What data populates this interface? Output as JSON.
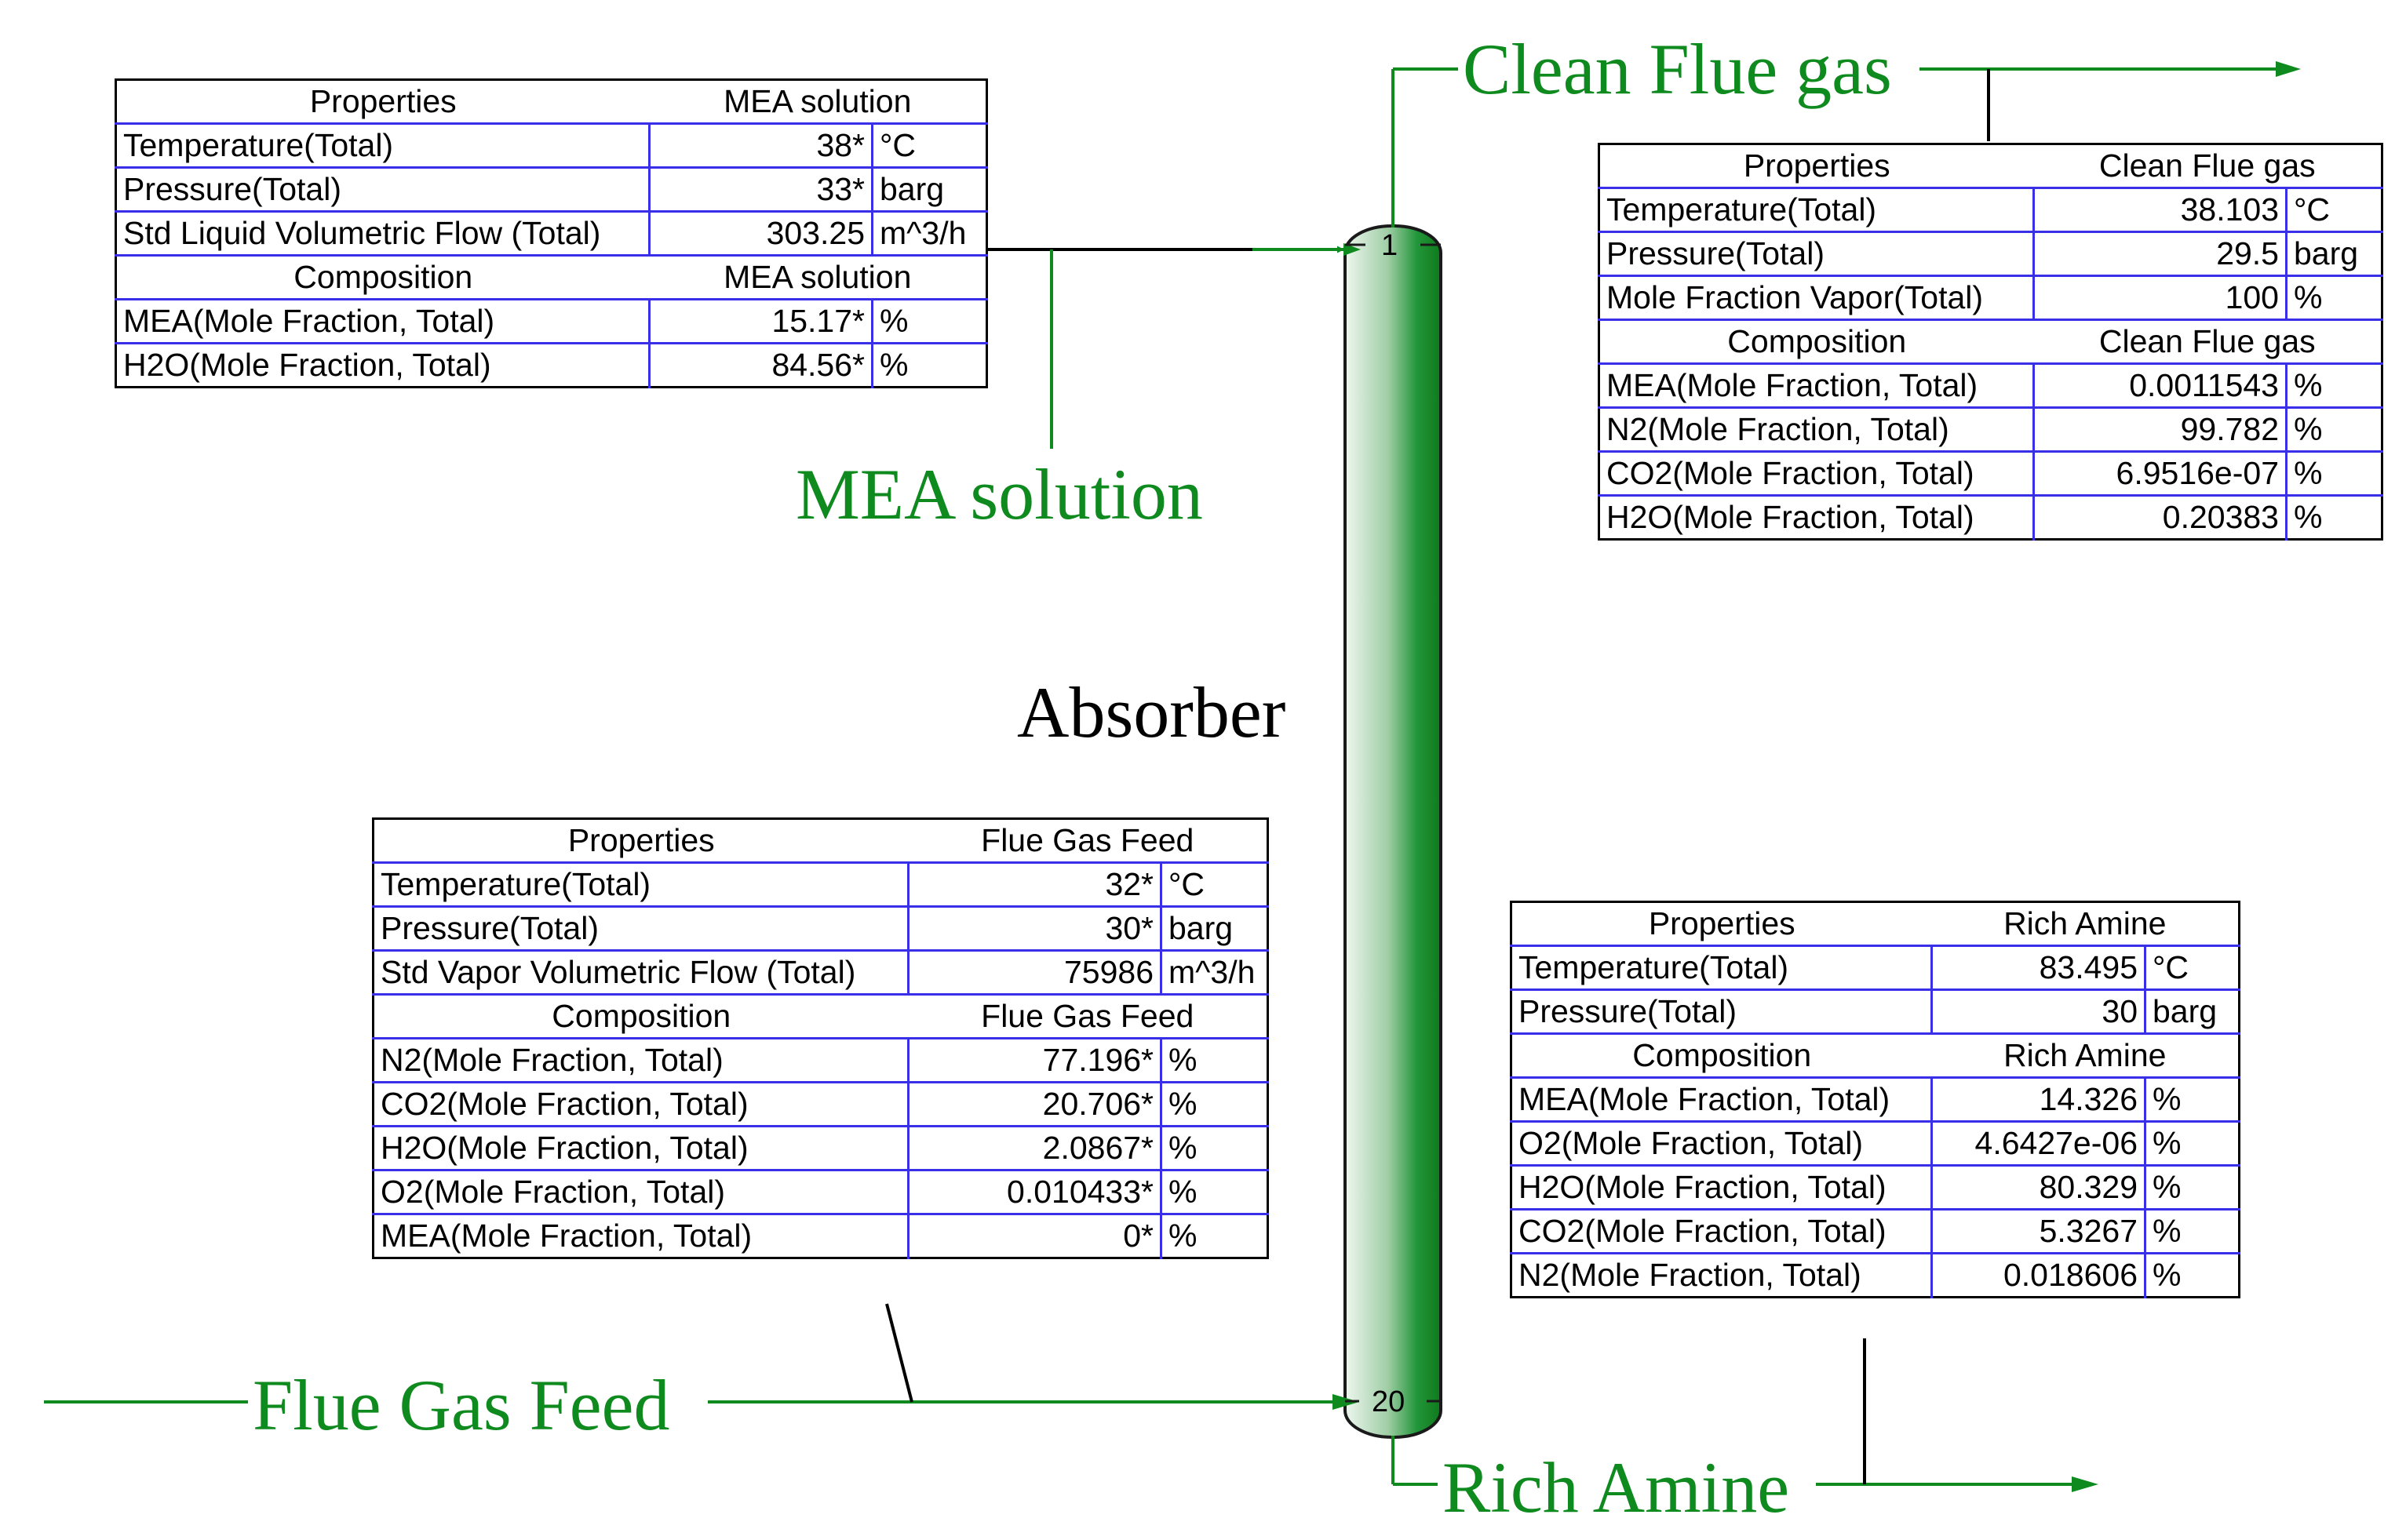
{
  "colors": {
    "stream": "#0e8a1e",
    "grid": "#3a2fe8",
    "column_dark": "#0e7a1c",
    "column_light": "#eef7ef"
  },
  "column": {
    "name": "Absorber",
    "top_stage": "1",
    "bottom_stage": "20"
  },
  "streams": {
    "mea_solution": "MEA solution",
    "clean_flue_gas": "Clean Flue gas",
    "flue_gas_feed": "Flue Gas Feed",
    "rich_amine": "Rich Amine"
  },
  "tables": {
    "mea": {
      "header": {
        "properties": "Properties",
        "stream": "MEA solution"
      },
      "properties": [
        {
          "name": "Temperature(Total)",
          "value": "38*",
          "unit": "°C"
        },
        {
          "name": "Pressure(Total)",
          "value": "33*",
          "unit": "barg"
        },
        {
          "name": "Std Liquid Volumetric Flow (Total)",
          "value": "303.25",
          "unit": "m^3/h"
        }
      ],
      "composition_header": {
        "label": "Composition",
        "stream": "MEA solution"
      },
      "composition": [
        {
          "name": "MEA(Mole Fraction, Total)",
          "value": "15.17*",
          "unit": "%"
        },
        {
          "name": "H2O(Mole Fraction, Total)",
          "value": "84.56*",
          "unit": "%"
        }
      ]
    },
    "clean": {
      "header": {
        "properties": "Properties",
        "stream": "Clean Flue gas"
      },
      "properties": [
        {
          "name": "Temperature(Total)",
          "value": "38.103",
          "unit": "°C"
        },
        {
          "name": "Pressure(Total)",
          "value": "29.5",
          "unit": "barg"
        },
        {
          "name": "Mole Fraction Vapor(Total)",
          "value": "100",
          "unit": "%"
        }
      ],
      "composition_header": {
        "label": "Composition",
        "stream": "Clean Flue gas"
      },
      "composition": [
        {
          "name": "MEA(Mole Fraction, Total)",
          "value": "0.0011543",
          "unit": "%"
        },
        {
          "name": "N2(Mole Fraction, Total)",
          "value": "99.782",
          "unit": "%"
        },
        {
          "name": "CO2(Mole Fraction, Total)",
          "value": "6.9516e-07",
          "unit": "%"
        },
        {
          "name": "H2O(Mole Fraction, Total)",
          "value": "0.20383",
          "unit": "%"
        }
      ]
    },
    "feed": {
      "header": {
        "properties": "Properties",
        "stream": "Flue Gas Feed"
      },
      "properties": [
        {
          "name": "Temperature(Total)",
          "value": "32*",
          "unit": "°C"
        },
        {
          "name": "Pressure(Total)",
          "value": "30*",
          "unit": "barg"
        },
        {
          "name": "Std Vapor Volumetric Flow (Total)",
          "value": "75986",
          "unit": "m^3/h"
        }
      ],
      "composition_header": {
        "label": "Composition",
        "stream": "Flue Gas Feed"
      },
      "composition": [
        {
          "name": "N2(Mole Fraction, Total)",
          "value": "77.196*",
          "unit": "%"
        },
        {
          "name": "CO2(Mole Fraction, Total)",
          "value": "20.706*",
          "unit": "%"
        },
        {
          "name": "H2O(Mole Fraction, Total)",
          "value": "2.0867*",
          "unit": "%"
        },
        {
          "name": "O2(Mole Fraction, Total)",
          "value": "0.010433*",
          "unit": "%"
        },
        {
          "name": "MEA(Mole Fraction, Total)",
          "value": "0*",
          "unit": "%"
        }
      ]
    },
    "rich": {
      "header": {
        "properties": "Properties",
        "stream": "Rich Amine"
      },
      "properties": [
        {
          "name": "Temperature(Total)",
          "value": "83.495",
          "unit": "°C"
        },
        {
          "name": "Pressure(Total)",
          "value": "30",
          "unit": "barg"
        }
      ],
      "composition_header": {
        "label": "Composition",
        "stream": "Rich Amine"
      },
      "composition": [
        {
          "name": "MEA(Mole Fraction, Total)",
          "value": "14.326",
          "unit": "%"
        },
        {
          "name": "O2(Mole Fraction, Total)",
          "value": "4.6427e-06",
          "unit": "%"
        },
        {
          "name": "H2O(Mole Fraction, Total)",
          "value": "80.329",
          "unit": "%"
        },
        {
          "name": "CO2(Mole Fraction, Total)",
          "value": "5.3267",
          "unit": "%"
        },
        {
          "name": "N2(Mole Fraction, Total)",
          "value": "0.018606",
          "unit": "%"
        }
      ]
    }
  }
}
